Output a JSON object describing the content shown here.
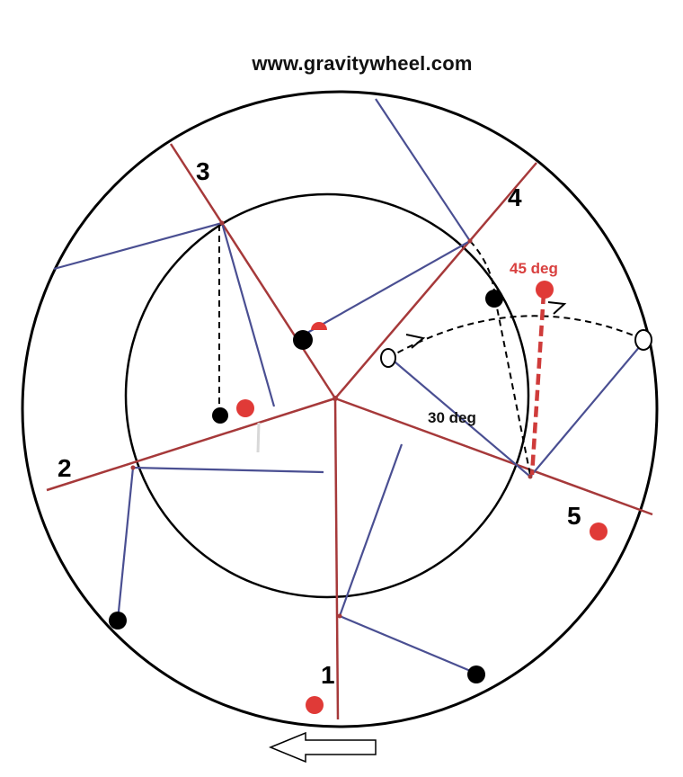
{
  "header": {
    "site": "www.gravitywheel.com"
  },
  "spoke_labels": [
    "1",
    "2",
    "3",
    "4",
    "5"
  ],
  "angles": {
    "large": "45 deg",
    "small": "30 deg"
  },
  "icons": {
    "direction": "left-arrow-icon"
  },
  "colors": {
    "spoke": "#a6393a",
    "lever": "#4a4f92",
    "weight_black": "#000000",
    "weight_red": "#e03a37",
    "accent_text": "#d9403f",
    "dashed": "#000000"
  }
}
